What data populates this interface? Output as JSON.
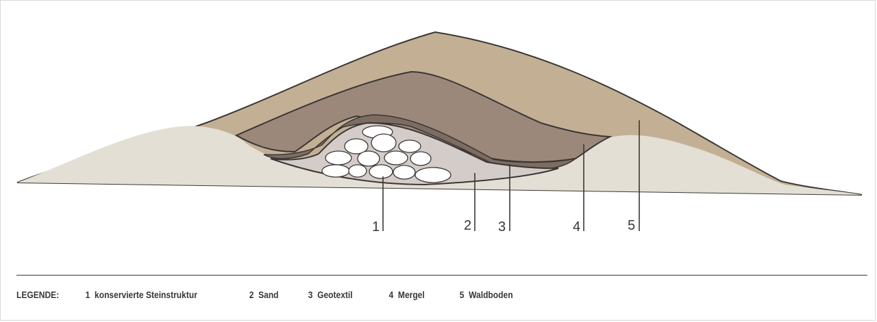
{
  "diagram": {
    "colors": {
      "outer_hill": "#c3b094",
      "forest_floor": "#e4dfd5",
      "marl": "#9c887b",
      "geotextile": "#7c6c62",
      "sand": "#d3ccc9",
      "stone": "#ffffff",
      "outline": "#3a3634"
    },
    "markers": [
      {
        "number": "1"
      },
      {
        "number": "2"
      },
      {
        "number": "3"
      },
      {
        "number": "4"
      },
      {
        "number": "5"
      }
    ]
  },
  "legend": {
    "title": "LEGENDE:",
    "items": [
      {
        "number": "1",
        "label": "konservierte Steinstruktur"
      },
      {
        "number": "2",
        "label": "Sand"
      },
      {
        "number": "3",
        "label": "Geotextil"
      },
      {
        "number": "4",
        "label": "Mergel"
      },
      {
        "number": "5",
        "label": "Waldboden"
      }
    ]
  }
}
